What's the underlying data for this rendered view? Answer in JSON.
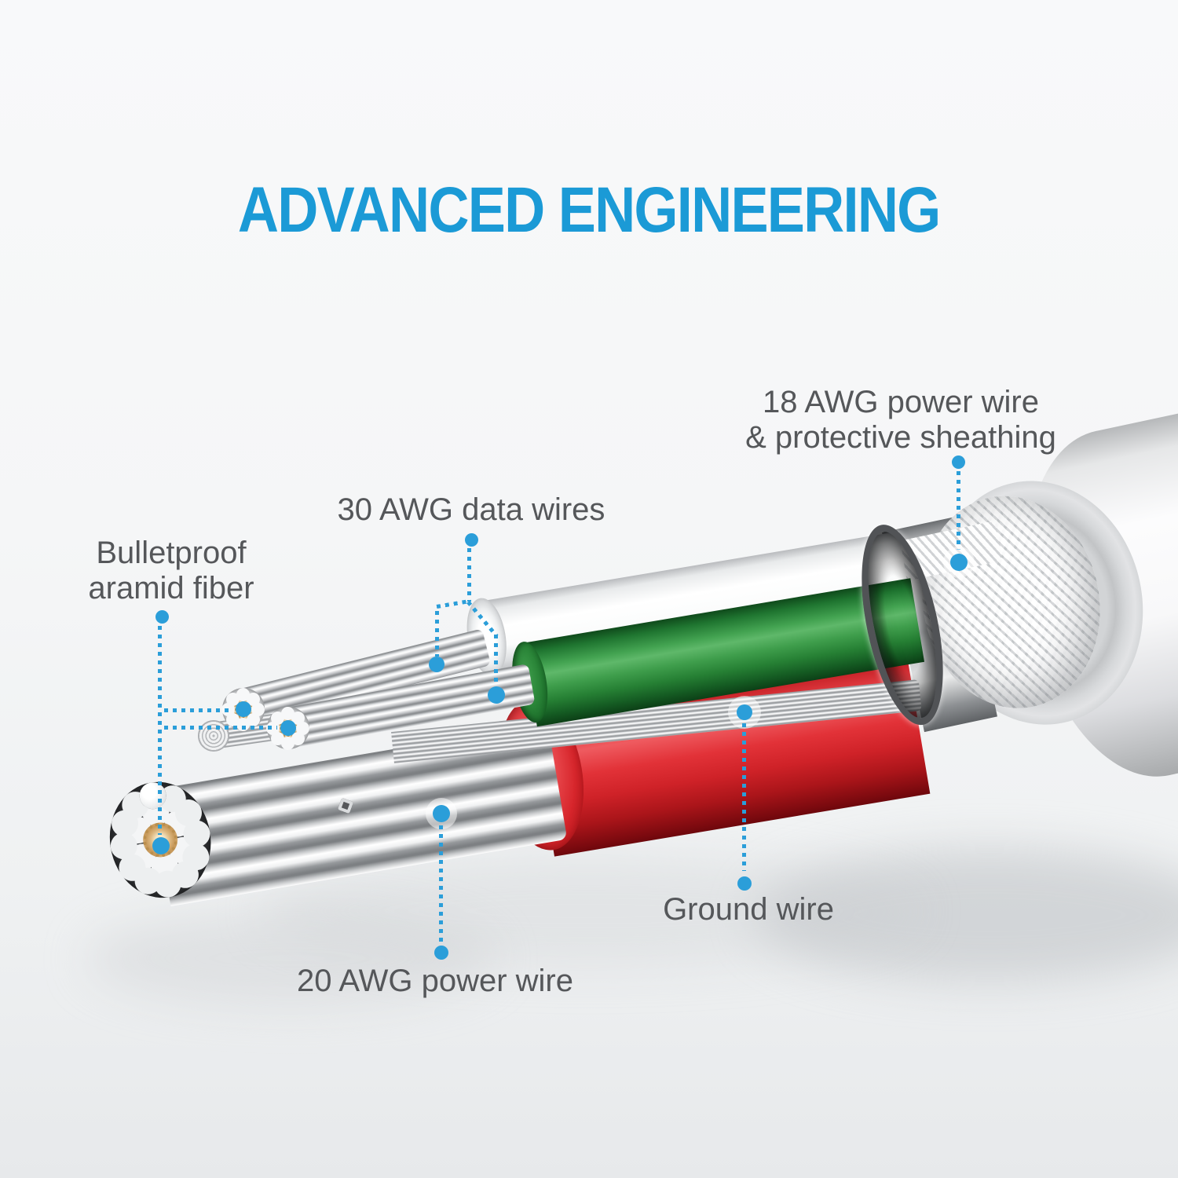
{
  "title": {
    "text": "ADVANCED ENGINEERING",
    "color": "#1b9ad6"
  },
  "labels": {
    "power18": {
      "line1": "18 AWG power wire",
      "line2": "& protective sheathing"
    },
    "data30": {
      "text": "30 AWG data wires"
    },
    "aramid": {
      "line1": "Bulletproof",
      "line2": "aramid fiber"
    },
    "ground": {
      "text": "Ground wire"
    },
    "power20": {
      "text": "20 AWG power wire"
    }
  },
  "colors": {
    "title_blue": "#1b9ad6",
    "leader_blue": "#2b9ed9",
    "label_gray": "#55575a",
    "wire_red": "#d7262c",
    "wire_green": "#2f8f3c",
    "white_jacket": "#f5f6f7",
    "aramid_tan": "#dcb77f",
    "strand_silver": "#e8eaec"
  }
}
